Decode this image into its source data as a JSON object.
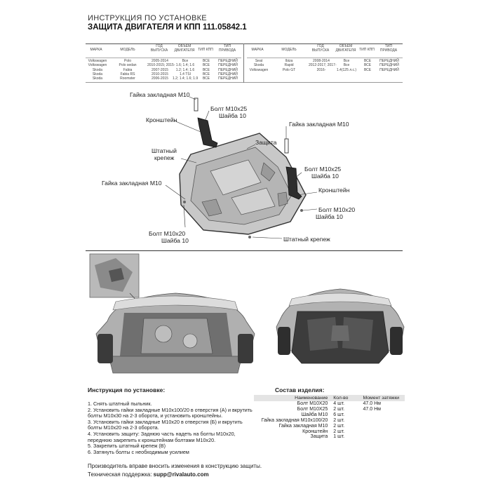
{
  "header": {
    "line1": "ИНСТРУКЦИЯ ПО УСТАНОВКЕ",
    "line2": "ЗАЩИТА ДВИГАТЕЛЯ И КПП  111.05842.1"
  },
  "spec_table": {
    "headers": [
      "МАРКА",
      "МОДЕЛЬ",
      "ГОД ВЫПУСКА",
      "ОБЪЕМ ДВИГАТЕЛЯ",
      "ТИП КПП",
      "ТИП ПРИВОДА"
    ],
    "left": {
      "marka": [
        "Volkswagen",
        "Volkswagen",
        "Skoda",
        "Skoda",
        "Skoda"
      ],
      "model": [
        "Polo",
        "Polo sedan",
        "Fabia",
        "Fabia RS",
        "Roomster"
      ],
      "year": [
        "2005-2014",
        "2010-2015; 2015-",
        "2007-2015",
        "2010-2015",
        "2006-2015"
      ],
      "volume": [
        "Все",
        "1.6; 1.4; 1.6",
        "1.2; 1.4; 1.6",
        "1.4 TSI",
        "1.2; 1.4; 1.6; 1.9"
      ],
      "kpp": [
        "ВСЕ",
        "ВСЕ",
        "ВСЕ",
        "ВСЕ",
        "ВСЕ"
      ],
      "drive": [
        "ПЕРЕДНИЙ",
        "ПЕРЕДНИЙ",
        "ПЕРЕДНИЙ",
        "ПЕРЕДНИЙ",
        "ПЕРЕДНИЙ"
      ]
    },
    "right": {
      "marka": [
        "Seat",
        "Skoda",
        "Volkswagen"
      ],
      "model": [
        "Ibiza",
        "Rapid",
        "Polo GT"
      ],
      "year": [
        "2008-2014",
        "2012-2017; 2017-",
        "2016-"
      ],
      "volume": [
        "Все",
        "Все",
        "1.4(125 л.с.)"
      ],
      "kpp": [
        "ВСЕ",
        "ВСЕ",
        "ВСЕ"
      ],
      "drive": [
        "ПЕРЕДНИЙ",
        "ПЕРЕДНИЙ",
        "ПЕРЕДНИЙ"
      ]
    }
  },
  "diagram_labels": {
    "nut_top": "Гайка закладная М10",
    "bolt_top_1": "Болт М10х25",
    "bolt_top_2": "Шайба 10",
    "bracket_left": "Кронштейн",
    "nut_right": "Гайка закладная М10",
    "guard": "Защита",
    "std_mount_1": "Штатный",
    "std_mount_2": "крепеж",
    "bolt_right_1": "Болт М10х25",
    "bolt_right_2": "Шайба 10",
    "nut_left": "Гайка закладная М10",
    "bracket_right": "Кронштейн",
    "bolt_m20_right_1": "Болт М10х20",
    "bolt_m20_right_2": "Шайба 10",
    "bolt_m20_left_1": "Болт М10х20",
    "bolt_m20_left_2": "Шайба 10",
    "std_mount_bottom": "Штатный крепеж"
  },
  "instructions": {
    "title": "Инструкция по установке:",
    "steps": [
      "1. Снять штатный пыльник.",
      "2. Установить гайки закладные М10х100/20 в отверстия (А) и вкрутить",
      "болты М10х30 на 2-3 оборота, и установить кронштейны.",
      "3. Установить гайки закладные М10х20 в отверстия (Б) и вкрутить",
      "болты М10х20 на 2-3 оборота.",
      "4. Установить защиту: Заднюю часть надеть на болты М10х20,",
      "переднюю закрепить к кронштейнам болтами М10х20.",
      "5. Закрепить штатный крепеж (В)",
      "6. Затянуть болты с необходимым усилием"
    ]
  },
  "composition": {
    "title": "Состав изделия:",
    "headers": [
      "Наименование",
      "Кол-во",
      "Момент затяжки"
    ],
    "rows": [
      {
        "name": "Болт М10Х20",
        "qty": "4 шт.",
        "torque": "47.0 Нм"
      },
      {
        "name": "Болт М10Х25",
        "qty": "2 шт.",
        "torque": "47.0 Нм"
      },
      {
        "name": "Шайба М10",
        "qty": "6 шт.",
        "torque": ""
      },
      {
        "name": "Гайка закладная М10х100/20",
        "qty": "2 шт.",
        "torque": ""
      },
      {
        "name": "Гайка закладная М10",
        "qty": "2 шт.",
        "torque": ""
      },
      {
        "name": "Кронштейн",
        "qty": "2 шт.",
        "torque": ""
      },
      {
        "name": "Защита",
        "qty": "1 шт.",
        "torque": ""
      }
    ]
  },
  "footer": {
    "disclaimer": "Производитель вправе вносить изменения в конструкцию защиты.",
    "support_label": "Техническая поддержка:",
    "support_email": "supp@rivalauto.com"
  }
}
